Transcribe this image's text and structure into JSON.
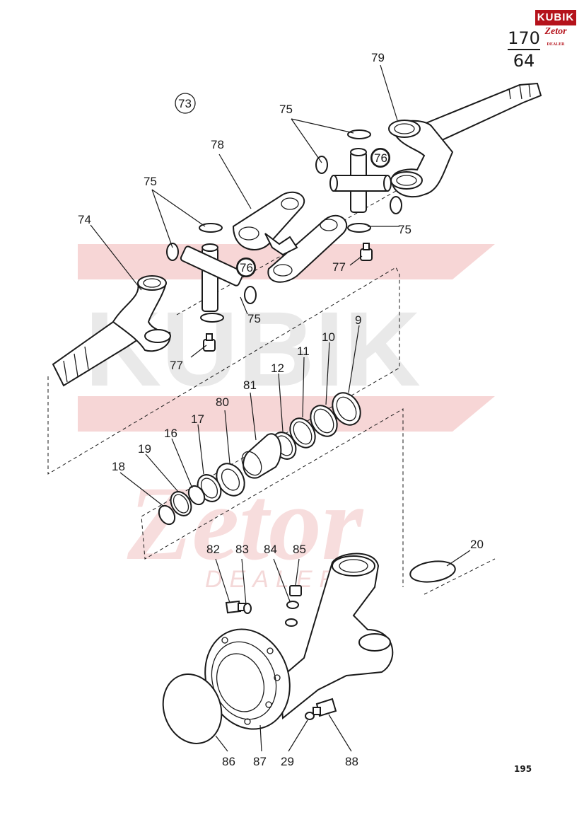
{
  "logo": {
    "brand": "KUBIK",
    "sub": "Zetor",
    "tag": "DEALER"
  },
  "sheet": {
    "numerator": "170",
    "denominator": "64"
  },
  "watermark": {
    "main": "KUBIK",
    "script": "Zetor",
    "tag": "DEALER"
  },
  "labels": {
    "assembly": "73",
    "p74": "74",
    "p75a": "75",
    "p75b": "75",
    "p75c": "75",
    "p75d": "75",
    "p76a": "76",
    "p76b": "76",
    "p77a": "77",
    "p77b": "77",
    "p78": "78",
    "p79": "79",
    "p9": "9",
    "p10": "10",
    "p11": "11",
    "p12": "12",
    "p81": "81",
    "p80": "80",
    "p17": "17",
    "p16": "16",
    "p19": "19",
    "p18": "18",
    "p20": "20",
    "p82": "82",
    "p83": "83",
    "p84": "84",
    "p85": "85",
    "p86": "86",
    "p87": "87",
    "p29": "29",
    "p88": "88"
  },
  "page_number": "195"
}
